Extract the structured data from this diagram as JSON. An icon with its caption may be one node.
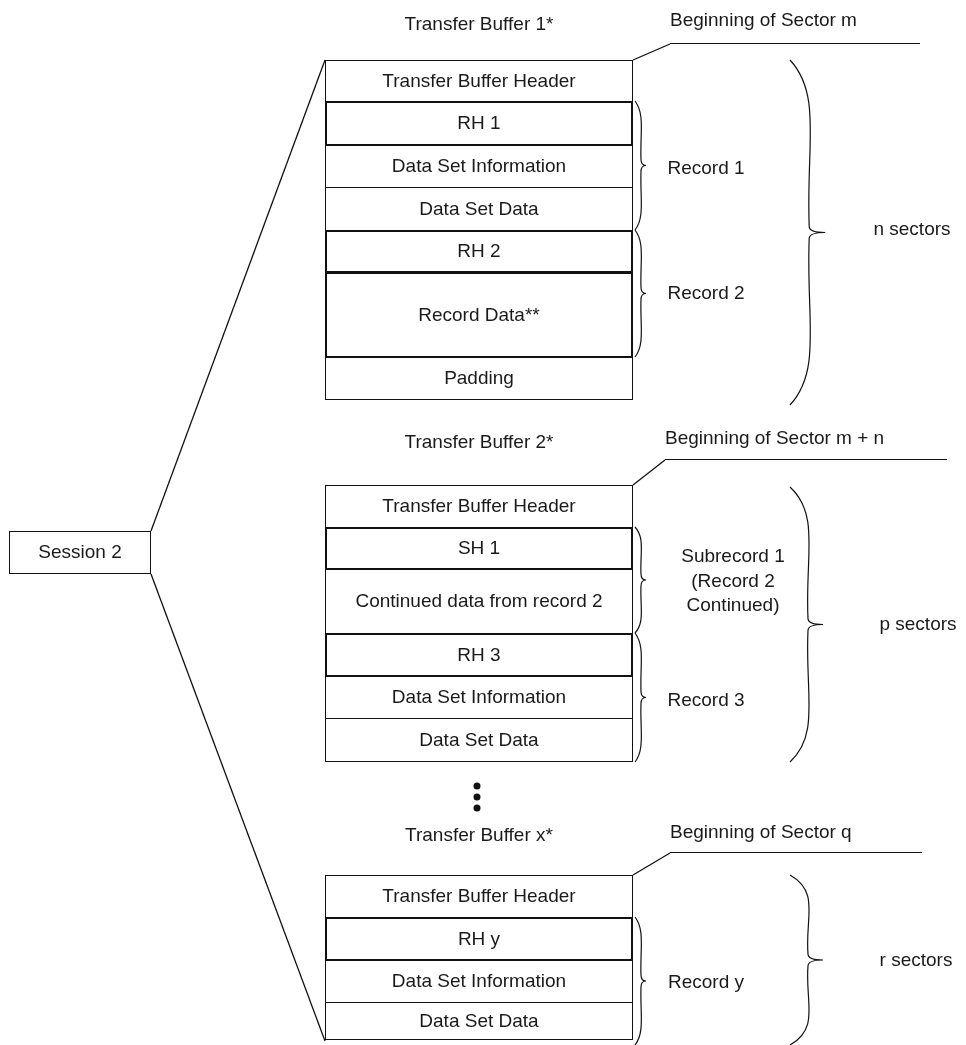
{
  "diagram": {
    "nodes": [
      {
        "text": [
          "Session 2"
        ]
      },
      {
        "text": [
          "Transfer Buffer 1*"
        ]
      },
      {
        "text": [
          "Transfer Buffer Header"
        ],
        "in": 1
      },
      {
        "text": [
          "RH 1"
        ],
        "in": 1
      },
      {
        "text": [
          "Data Set Information"
        ],
        "in": 1
      },
      {
        "text": [
          "Data Set Data"
        ],
        "in": 1
      },
      {
        "text": [
          "RH 2"
        ],
        "in": 1
      },
      {
        "text": [
          "Record Data**"
        ],
        "in": 1
      },
      {
        "text": [
          "Padding"
        ],
        "in": 1
      },
      {
        "text": [
          "Beginning of Sector m"
        ]
      },
      {
        "text": [
          "Transfer Buffer 2*"
        ]
      },
      {
        "text": [
          "Transfer Buffer Header"
        ],
        "in": 10
      },
      {
        "text": [
          "SH 1"
        ],
        "in": 10
      },
      {
        "text": [
          "Continued data from record 2"
        ],
        "in": 10
      },
      {
        "text": [
          "RH 3"
        ],
        "in": 10
      },
      {
        "text": [
          "Data Set Information"
        ],
        "in": 10
      },
      {
        "text": [
          "Data Set Data"
        ],
        "in": 10
      },
      {
        "text": [
          "Beginning of Sector m + n"
        ]
      },
      {
        "text": [
          "Transfer Buffer x*"
        ]
      },
      {
        "text": [
          "Transfer Buffer Header"
        ],
        "in": 18
      },
      {
        "text": [
          "RH y"
        ],
        "in": 18
      },
      {
        "text": [
          "Data Set Information"
        ],
        "in": 18
      },
      {
        "text": [
          "Data Set Data"
        ],
        "in": 18
      },
      {
        "text": [
          "Beginning of Sector q"
        ]
      }
    ],
    "edges": [
      {
        "from": 0,
        "to": 1,
        "arrow": "none"
      },
      {
        "from": 0,
        "to": 18,
        "arrow": "none"
      },
      {
        "from": 9,
        "to": 2,
        "arrow": "none"
      },
      {
        "from": 17,
        "to": 11,
        "arrow": "none"
      },
      {
        "from": 23,
        "to": 19,
        "arrow": "none"
      }
    ],
    "labels": [
      "Record 1",
      "n sectors",
      "Record 2",
      "Subrecord 1 (Record 2 Continued)",
      "p sectors",
      "Record 3",
      "Record y",
      "r sectors"
    ]
  }
}
